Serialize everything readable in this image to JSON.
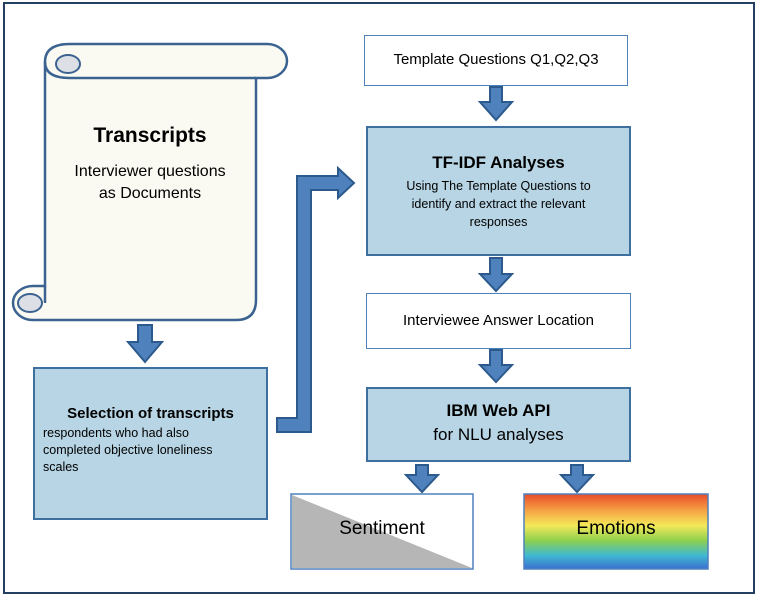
{
  "transcripts": {
    "title": "Transcripts",
    "subtitle_line1": "Interviewer questions",
    "subtitle_line2": "as Documents"
  },
  "selection": {
    "title": "Selection of transcripts",
    "text_line1": "respondents who had also",
    "text_line2": "completed objective loneliness",
    "text_line3": "scales"
  },
  "template_questions": {
    "label": "Template Questions Q1,Q2,Q3"
  },
  "tfidf": {
    "title": "TF-IDF Analyses",
    "text_line1": "Using The Template Questions to",
    "text_line2": "identify and extract the relevant",
    "text_line3": "responses"
  },
  "answer_location": {
    "label": "Interviewee Answer Location"
  },
  "ibm": {
    "title": "IBM Web API",
    "subtitle": "for NLU analyses"
  },
  "outputs": {
    "sentiment": "Sentiment",
    "emotions": "Emotions"
  },
  "colors": {
    "arrow_fill": "#4f81bd",
    "arrow_stroke": "#2c5a8c",
    "box_fill": "#b7d5e4",
    "scroll_fill": "#fbfaf2"
  }
}
